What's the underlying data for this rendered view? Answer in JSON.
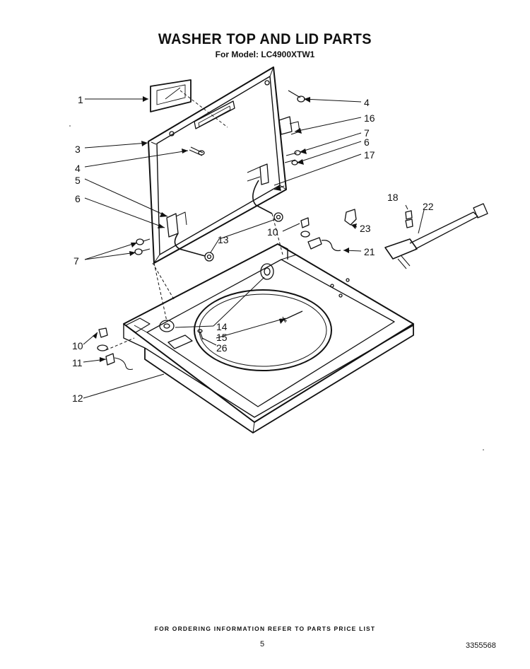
{
  "title": "WASHER TOP AND LID PARTS",
  "subtitle": "For Model: LC4900XTW1",
  "callouts": {
    "c1": "1",
    "c3": "3",
    "c4a": "4",
    "c5": "5",
    "c6a": "6",
    "c7a": "7",
    "c4b": "4",
    "c16": "16",
    "c7b": "7",
    "c6b": "6",
    "c17": "17",
    "c18": "18",
    "c22": "22",
    "c10a": "10",
    "c23": "23",
    "c13": "13",
    "c21": "21",
    "c14": "14",
    "c15": "15",
    "c26": "26",
    "c10b": "10",
    "c11": "11",
    "c12": "12"
  },
  "footer_note": "FOR ORDERING INFORMATION REFER TO PARTS PRICE LIST",
  "page_number": "5",
  "doc_number": "3355568"
}
